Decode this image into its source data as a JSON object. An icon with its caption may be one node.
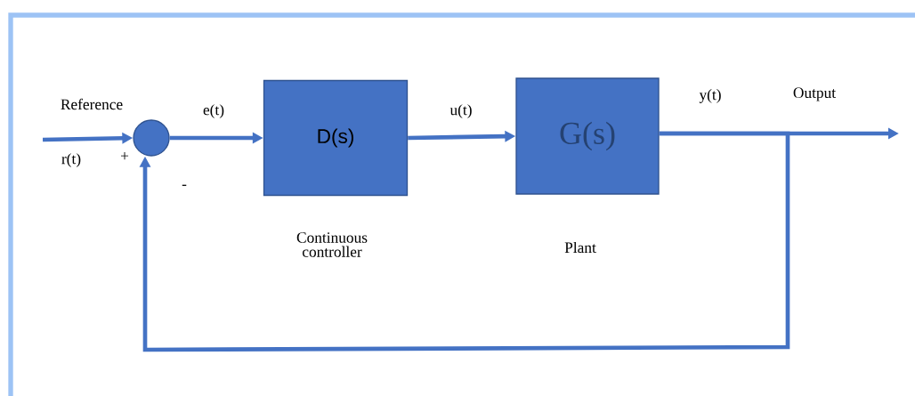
{
  "diagram": {
    "nodes": [
      {
        "text": [],
        "shape": "circle"
      },
      {
        "text": [
          "D(s)"
        ],
        "beside": [
          "Continuous controller"
        ]
      },
      {
        "text": [
          "G(s)"
        ],
        "beside": [
          "Plant"
        ]
      }
    ],
    "edges": [
      {
        "from": null,
        "to": 0,
        "arrow": "to",
        "label": "r(t)"
      },
      {
        "from": 0,
        "to": 1,
        "arrow": "to",
        "label": "e(t)"
      },
      {
        "from": 1,
        "to": 2,
        "arrow": "to",
        "label": "u(t)"
      },
      {
        "from": 2,
        "to": null,
        "arrow": "to",
        "label": "y(t)"
      },
      {
        "from": 2,
        "to": 0,
        "arrow": "to"
      }
    ],
    "labels": [
      "Reference",
      "+",
      "-",
      "Output"
    ]
  }
}
